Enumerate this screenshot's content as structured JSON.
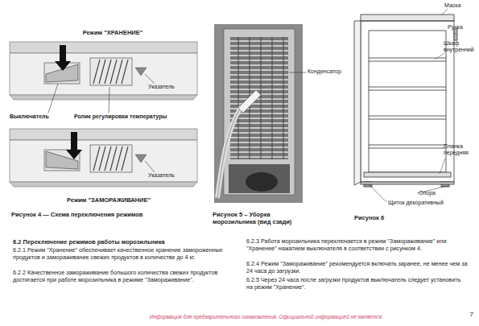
{
  "diagram": {
    "labels": [
      "Режим \"ХРАНЕНИЕ\"",
      "Указатель",
      "Выключатель",
      "Ролик регулировки температуры",
      "Указатель",
      "Режим \"ЗАМОРАЖИВАНИЕ\"",
      "Рисунок 4 — Схема переключения режимов",
      "Конденсатор",
      "Рисунок 5 – Уборка морозильника (вид сзади)",
      "Маска",
      "Ручка",
      "Шкаф внутренний",
      "Планка передняя",
      "Опора",
      "Щиток декоративный",
      "Рисунок 6",
      "6.2 Переключение режимов работы морозильника",
      "6.2.1 Режим \"Хранение\" обеспечивает качественное хранение замороженных продуктов и замораживание свежих продуктов в количестве до 4 кг.",
      "6.2.2 Качественное замораживание большого количества свежих продуктов достигается при работе морозильника в режиме \"Замораживание\".",
      "6.2.3 Работа морозильника переключается в режим \"Замораживание\" или \"Хранение\" нажатием выключателя в соответствии с рисунком 4.",
      "6.2.4 Режим \"Замораживание\" рекомендуется включать заранее, не менее чем за 24 часа до загрузки.",
      "6.2.5 Через 24 часа после загрузки продуктов выключатель следует установить на режим \"Хранение\".",
      "Информация для предварительного ознакомления. Официальной информацией не является",
      "7"
    ]
  }
}
